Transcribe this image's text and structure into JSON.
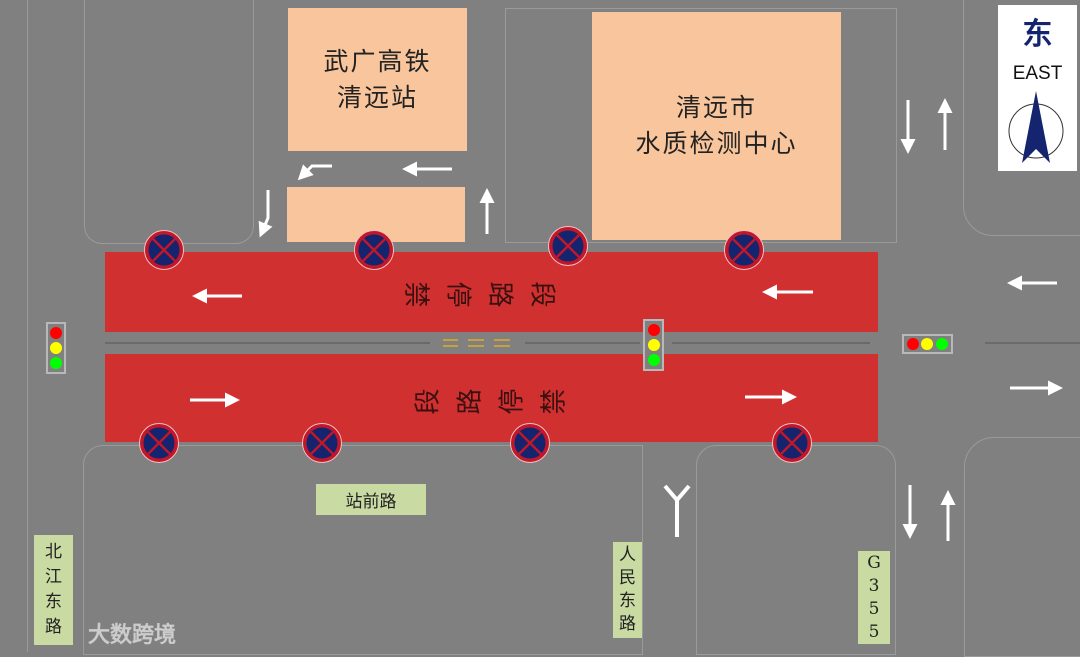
{
  "buildings": {
    "station": {
      "line1": "武广高铁",
      "line2": "清远站"
    },
    "water_center": {
      "line1": "清远市",
      "line2": "水质检测中心"
    }
  },
  "no_parking": {
    "top_chars": [
      "禁",
      "停",
      "路",
      "段"
    ],
    "bottom_chars": [
      "段",
      "路",
      "停",
      "禁"
    ]
  },
  "compass": {
    "zh": "东",
    "en": "EAST",
    "icon": "north-arrow-icon"
  },
  "roads": {
    "zhanqian": "站前路",
    "beijiang_east": [
      "北",
      "江",
      "东",
      "路"
    ],
    "renmin_east": [
      "人",
      "民",
      "东",
      "路"
    ],
    "g355": [
      "G",
      "3",
      "5",
      "5"
    ]
  },
  "watermark": "大数跨境",
  "colors": {
    "road": "#808080",
    "no_parking_zone": "#d03030",
    "building": "#f8c59c",
    "road_label": "#c9dba3",
    "sign_blue": "#14246e",
    "sign_red": "#c0182a",
    "light_red": "#ff0000",
    "light_yellow": "#ffff00",
    "light_green": "#00ff00"
  }
}
